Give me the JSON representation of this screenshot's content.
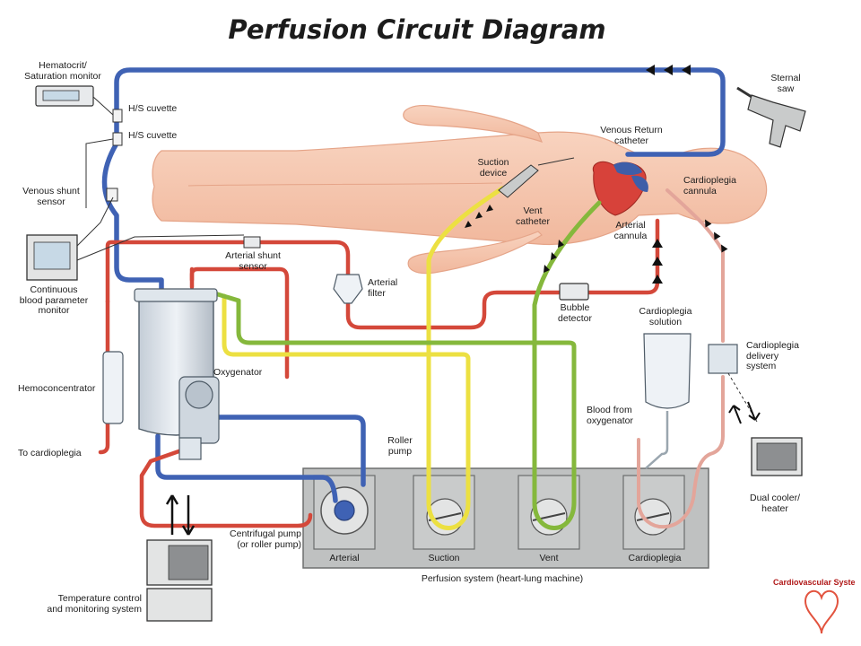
{
  "title": "Perfusion Circuit Diagram",
  "labels": {
    "hematocrit_monitor": "Hematocrit/\nSaturation monitor",
    "hs_cuvette_1": "H/S cuvette",
    "hs_cuvette_2": "H/S cuvette",
    "venous_shunt_sensor": "Venous shunt\nsensor",
    "continuous_monitor": "Continuous\nblood parameter\nmonitor",
    "hemoconcentrator": "Hemoconcentrator",
    "to_cardioplegia": "To cardioplegia",
    "arterial_shunt_sensor": "Arterial shunt\nsensor",
    "arterial_filter": "Arterial\nfilter",
    "oxygenator": "Oxygenator",
    "suction_device": "Suction\ndevice",
    "vent_catheter": "Vent\ncatheter",
    "venous_return_catheter": "Venous Return\ncatheter",
    "cardioplegia_cannula": "Cardioplegia\ncannula",
    "arterial_cannula": "Arterial\ncannula",
    "sternal_saw": "Sternal\nsaw",
    "bubble_detector": "Bubble\ndetector",
    "cardioplegia_solution": "Cardioplegia\nsolution",
    "cardioplegia_delivery": "Cardioplegia\ndelivery\nsystem",
    "blood_from_oxygenator": "Blood from\noxygenator",
    "roller_pump": "Roller\npump",
    "centrifugal_pump": "Centrifugal pump\n(or roller pump)",
    "dual_cooler": "Dual cooler/\nheater",
    "temperature_control": "Temperature control\nand monitoring system",
    "pump_arterial": "Arterial",
    "pump_suction": "Suction",
    "pump_vent": "Vent",
    "pump_cardioplegia": "Cardioplegia",
    "perfusion_system": "Perfusion system (heart-lung machine)"
  },
  "branding": {
    "text": "Cardiovascular Syste"
  },
  "colors": {
    "venous_line": "#3f62b4",
    "arterial_line": "#d4483a",
    "suction_line": "#ece042",
    "vent_line": "#85b83c",
    "cardioplegia_line": "#e3a59a",
    "body": "#f6c9b2",
    "machine": "#bfc1c1"
  }
}
